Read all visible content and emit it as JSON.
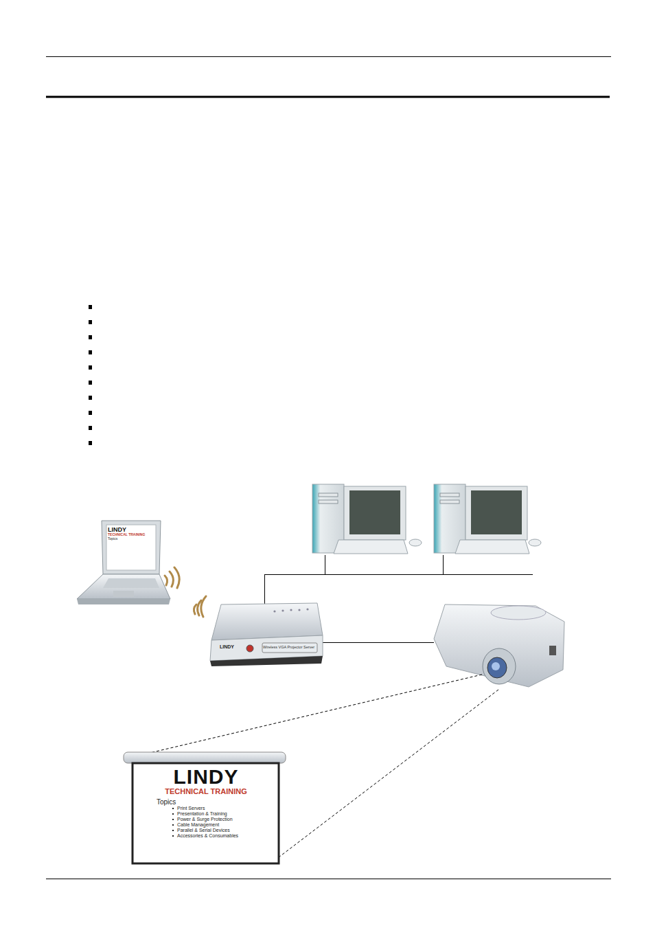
{
  "diagram": {
    "nodes": [
      {
        "text": [
          "LINDY",
          "TECHNICAL TRAINING",
          "Topics"
        ]
      },
      {
        "text": [
          "LINDY",
          "Wireless VGA Projector Server"
        ]
      },
      {
        "text": [
          "LINDY",
          "TECHNICAL TRAINING",
          "Topics",
          "Print Servers",
          "Presentation & Training",
          "Power & Surge Protection",
          "Cable Management",
          "Parallel & Serial Devices",
          "Accessories & Consumables"
        ]
      }
    ]
  }
}
